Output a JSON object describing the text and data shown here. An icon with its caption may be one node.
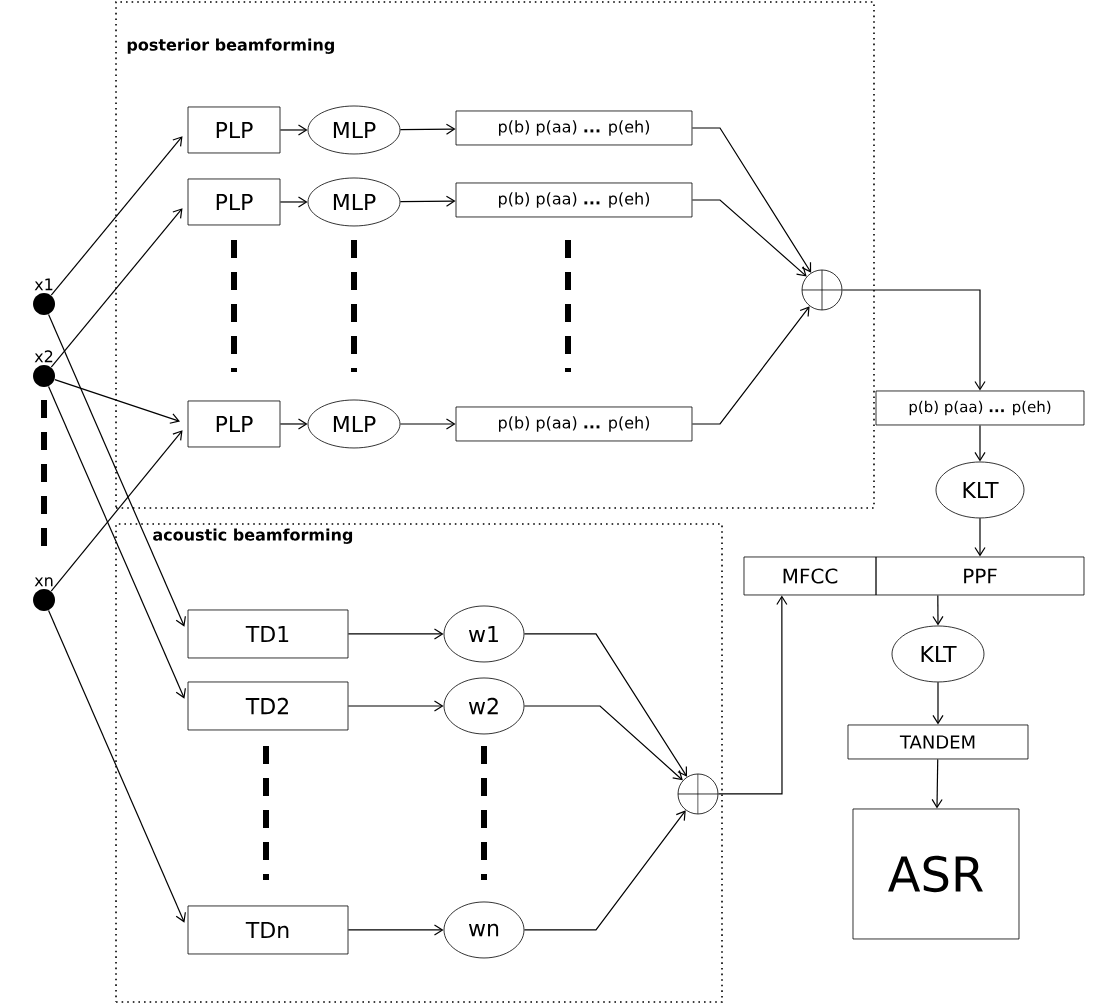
{
  "diagram": {
    "nodes": [
      {
        "text": [
          "posterior beamforming"
        ]
      },
      {
        "text": [
          "PLP"
        ],
        "in": 0
      },
      {
        "text": [
          "MLP"
        ],
        "in": 0
      },
      {
        "text": [
          "p(b) p(aa) **...** p(eh)"
        ],
        "in": 0
      },
      {
        "text": [
          "PLP"
        ],
        "in": 0
      },
      {
        "text": [
          "MLP"
        ],
        "in": 0
      },
      {
        "text": [
          "p(b) p(aa) **...** p(eh)"
        ],
        "in": 0
      },
      {
        "text": [
          "PLP"
        ],
        "in": 0
      },
      {
        "text": [
          "MLP"
        ],
        "in": 0
      },
      {
        "text": [
          "p(b) p(aa) **...** p(eh)"
        ],
        "in": 0
      },
      {
        "text": [],
        "shape": "circle",
        "in": 0
      },
      {
        "text": [
          "acoustic beamforming"
        ]
      },
      {
        "text": [
          "TD1"
        ],
        "in": 11
      },
      {
        "text": [
          "w1"
        ],
        "in": 11
      },
      {
        "text": [
          "TD2"
        ],
        "in": 11
      },
      {
        "text": [
          "w2"
        ],
        "in": 11
      },
      {
        "text": [
          "TDn"
        ],
        "in": 11
      },
      {
        "text": [
          "wn"
        ],
        "in": 11
      },
      {
        "text": [],
        "shape": "circle",
        "in": 11
      },
      {
        "text": [
          "x1"
        ]
      },
      {
        "text": [
          "x2"
        ]
      },
      {
        "text": [
          "xn"
        ]
      },
      {
        "text": [
          "p(b) p(aa) **...** p(eh)"
        ]
      },
      {
        "text": [
          "KLT"
        ]
      },
      {
        "text": [
          "MFCC"
        ]
      },
      {
        "text": [
          "PPF"
        ]
      },
      {
        "text": [
          "KLT"
        ]
      },
      {
        "text": [
          "TANDEM"
        ]
      },
      {
        "text": [
          "ASR"
        ]
      }
    ],
    "edges": [
      {
        "from": 19,
        "to": 1,
        "arrow": "to"
      },
      {
        "from": 19,
        "to": 12,
        "arrow": "to"
      },
      {
        "from": 20,
        "to": 4,
        "arrow": "to"
      },
      {
        "from": 20,
        "to": 7,
        "arrow": "to"
      },
      {
        "from": 20,
        "to": 14,
        "arrow": "to"
      },
      {
        "from": 21,
        "to": 7,
        "arrow": "to"
      },
      {
        "from": 21,
        "to": 16,
        "arrow": "to"
      },
      {
        "from": 1,
        "to": 2,
        "arrow": "to"
      },
      {
        "from": 2,
        "to": 3,
        "arrow": "to"
      },
      {
        "from": 4,
        "to": 5,
        "arrow": "to"
      },
      {
        "from": 5,
        "to": 6,
        "arrow": "to"
      },
      {
        "from": 7,
        "to": 8,
        "arrow": "to"
      },
      {
        "from": 8,
        "to": 9,
        "arrow": "to"
      },
      {
        "from": 3,
        "to": 10,
        "arrow": "to"
      },
      {
        "from": 6,
        "to": 10,
        "arrow": "to"
      },
      {
        "from": 9,
        "to": 10,
        "arrow": "to"
      },
      {
        "from": 10,
        "to": 22,
        "arrow": "to"
      },
      {
        "from": 22,
        "to": 23,
        "arrow": "to"
      },
      {
        "from": 23,
        "to": 25,
        "arrow": "to"
      },
      {
        "from": 12,
        "to": 13,
        "arrow": "to"
      },
      {
        "from": 14,
        "to": 15,
        "arrow": "to"
      },
      {
        "from": 16,
        "to": 17,
        "arrow": "to"
      },
      {
        "from": 13,
        "to": 18,
        "arrow": "to"
      },
      {
        "from": 15,
        "to": 18,
        "arrow": "to"
      },
      {
        "from": 17,
        "to": 18,
        "arrow": "to"
      },
      {
        "from": 18,
        "to": 24,
        "arrow": "to"
      },
      {
        "from": 25,
        "to": 26,
        "arrow": "to"
      },
      {
        "from": 26,
        "to": 27,
        "arrow": "to"
      },
      {
        "from": 27,
        "to": 28,
        "arrow": "to"
      }
    ]
  }
}
